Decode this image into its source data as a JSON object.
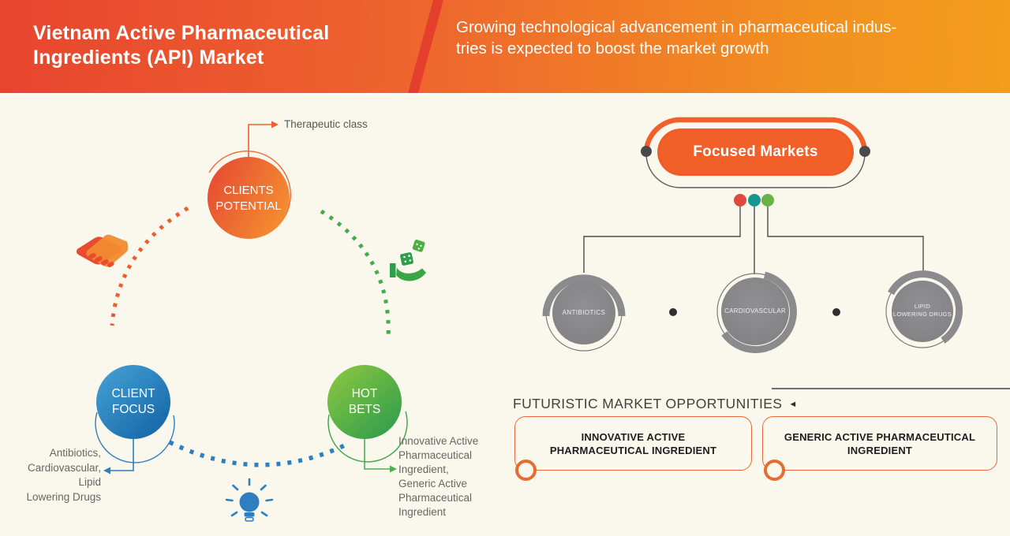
{
  "header": {
    "title": "Vietnam Active Pharmaceutical\nIngredients (API) Market",
    "subtitle": "Growing technological advancement in pharmaceutical indus-\ntries is expected to boost the market growth"
  },
  "left_diagram": {
    "top_callout": "Therapeutic class",
    "nodes": [
      {
        "id": "clients-potential",
        "label": "CLIENTS\nPOTENTIAL"
      },
      {
        "id": "client-focus",
        "label": "CLIENT\nFOCUS"
      },
      {
        "id": "hot-bets",
        "label": "HOT\nBETS"
      }
    ],
    "client_focus_callout": "Antibiotics,\nCardiovascular,\nLipid\nLowering Drugs",
    "hot_bets_callout": "Innovative Active\nPharmaceutical\nIngredient,\nGeneric Active\nPharmaceutical\nIngredient",
    "icons": [
      "handshake-icon",
      "hand-dice-icon",
      "lightbulb-icon"
    ]
  },
  "right_diagram": {
    "root_label": "Focused Markets",
    "markets": [
      "ANTIBIOTICS",
      "CARDIOVASCULAR",
      "LIPID\nLOWERING DRUGS"
    ]
  },
  "opportunities": {
    "heading": "FUTURISTIC MARKET OPPORTUNITIES",
    "arrow": "◄",
    "items": [
      "INNOVATIVE ACTIVE PHARMACEUTICAL INGREDIENT",
      "GENERIC ACTIVE PHARMACEUTICAL INGREDIENT"
    ]
  },
  "colors": {
    "header_left": "#e7452e",
    "header_right": "#f49c1e",
    "accent_orange": "#f2602a",
    "dot_red": "#e0473d",
    "dot_teal": "#17968e",
    "dot_green": "#67b346",
    "accent_blue": "#2e7fc0",
    "accent_green": "#3aa546",
    "node_gray": "#87878a",
    "background": "#faf7ec"
  }
}
